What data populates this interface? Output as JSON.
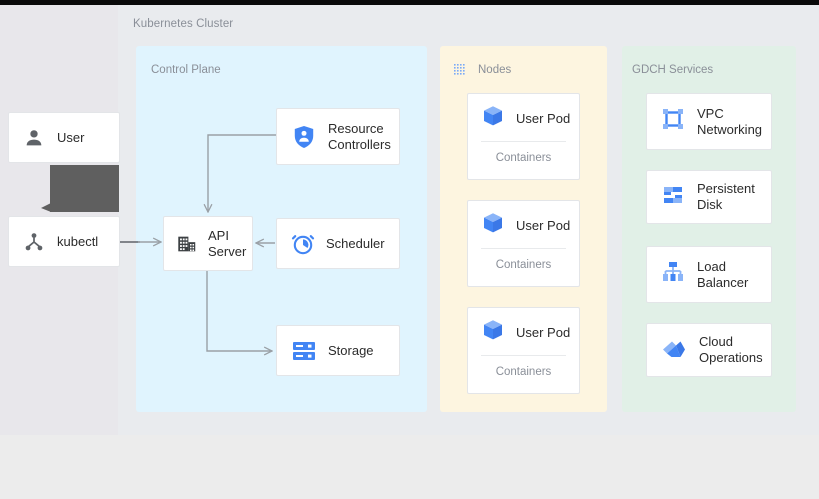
{
  "diagram": {
    "title": "Kubernetes Cluster",
    "colors": {
      "control_plane_bg": "#e0f4fe",
      "nodes_bg": "#fdf5e0",
      "gdch_bg": "#e1f0e7",
      "canvas_bg": "#e9ebee",
      "left_pane_bg": "#e8e7eb",
      "bottom_strip_bg": "#ececec",
      "topbar": "#0a0a0a",
      "accent_blue": "#4285f4",
      "icon_gray": "#5f6368",
      "label_gray": "#8a8f98",
      "connector_gray": "#9aa0a6",
      "tooltip_gray": "#5f5f5f"
    },
    "groups": {
      "control_plane": {
        "label": "Control Plane"
      },
      "nodes": {
        "label": "Nodes",
        "icon": "dotted-grid-icon"
      },
      "gdch": {
        "label": "GDCH Services"
      }
    },
    "actors": [
      {
        "label": "User",
        "icon": "user-icon"
      },
      {
        "label": "kubectl",
        "icon": "hierarchy-node-icon"
      }
    ],
    "control_plane_components": [
      {
        "label": "Resource\nControllers",
        "icon": "shield-person-icon"
      },
      {
        "label": "API\nServer",
        "icon": "server-building-icon"
      },
      {
        "label": "Scheduler",
        "icon": "clock-alarm-icon"
      },
      {
        "label": "Storage",
        "icon": "disk-stack-icon"
      }
    ],
    "pods": [
      {
        "label": "User Pod",
        "sublabel": "Containers",
        "icon": "cube-icon"
      },
      {
        "label": "User Pod",
        "sublabel": "Containers",
        "icon": "cube-icon"
      },
      {
        "label": "User Pod",
        "sublabel": "Containers",
        "icon": "cube-icon"
      }
    ],
    "gdch_services": [
      {
        "label": "VPC\nNetworking",
        "icon": "vpc-network-icon"
      },
      {
        "label": "Persistent\nDisk",
        "icon": "persistent-disk-icon"
      },
      {
        "label": "Load\nBalancer",
        "icon": "load-balancer-icon"
      },
      {
        "label": "Cloud\nOperations",
        "icon": "cloud-operations-icon"
      }
    ],
    "connections": [
      {
        "from": "kubectl",
        "to": "API Server"
      },
      {
        "from": "Resource Controllers",
        "to": "API Server"
      },
      {
        "from": "Scheduler",
        "to": "API Server"
      },
      {
        "from": "API Server",
        "to": "Storage"
      }
    ],
    "overlay": {
      "name": "tooltip-overlay",
      "visible": true
    }
  }
}
